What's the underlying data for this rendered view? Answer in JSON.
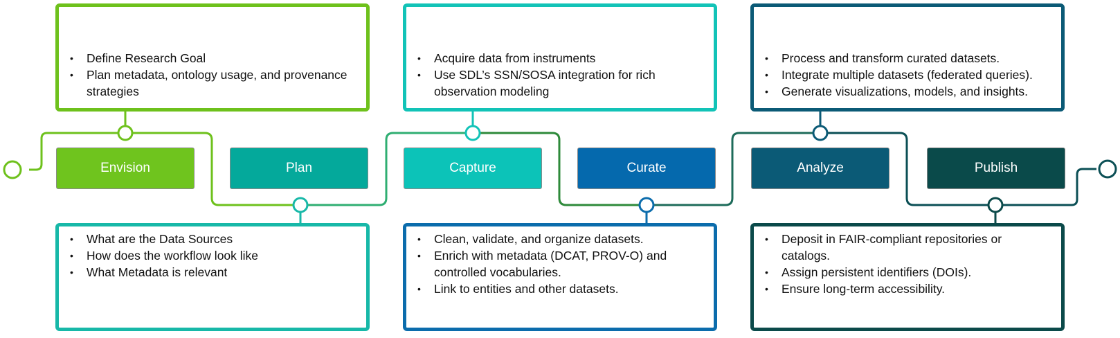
{
  "colors": {
    "envision": "#6fc41e",
    "plan": "#04a99b",
    "capture": "#0cc3b8",
    "curate": "#0569ad",
    "analyze": "#0b5a76",
    "publish": "#0a4a4a",
    "connector_1": "#6ec11c",
    "connector_2": "#2fae72",
    "connector_3": "#2d8a3a",
    "connector_4": "#1d6b5a",
    "connector_5": "#0b4f55",
    "box_envision": "#6ec11c",
    "box_plan": "#17b8a8",
    "box_capture": "#12c3b7",
    "box_curate": "#0b6cac",
    "box_analyze": "#0b5a76",
    "box_publish": "#0b4a4a"
  },
  "stages": [
    {
      "label": "Envision"
    },
    {
      "label": "Plan"
    },
    {
      "label": "Capture"
    },
    {
      "label": "Curate"
    },
    {
      "label": "Analyze"
    },
    {
      "label": "Publish"
    }
  ],
  "boxes": {
    "envision": [
      "Define Research Goal",
      "Plan metadata, ontology usage, and provenance strategies"
    ],
    "plan": [
      "What are the Data Sources",
      "How does the workflow look like",
      "What Metadata is relevant"
    ],
    "capture": [
      "Acquire data from instruments",
      "Use SDL’s SSN/SOSA integration for rich observation modeling"
    ],
    "curate": [
      "Clean, validate, and organize datasets.",
      "Enrich with metadata (DCAT, PROV-O) and controlled vocabularies.",
      "Link to entities and other datasets."
    ],
    "analyze": [
      "Process and transform curated datasets.",
      "Integrate multiple datasets (federated queries).",
      "Generate visualizations, models, and insights."
    ],
    "publish": [
      "Deposit in FAIR-compliant repositories or catalogs.",
      "Assign persistent identifiers (DOIs).",
      "Ensure long-term accessibility."
    ]
  }
}
